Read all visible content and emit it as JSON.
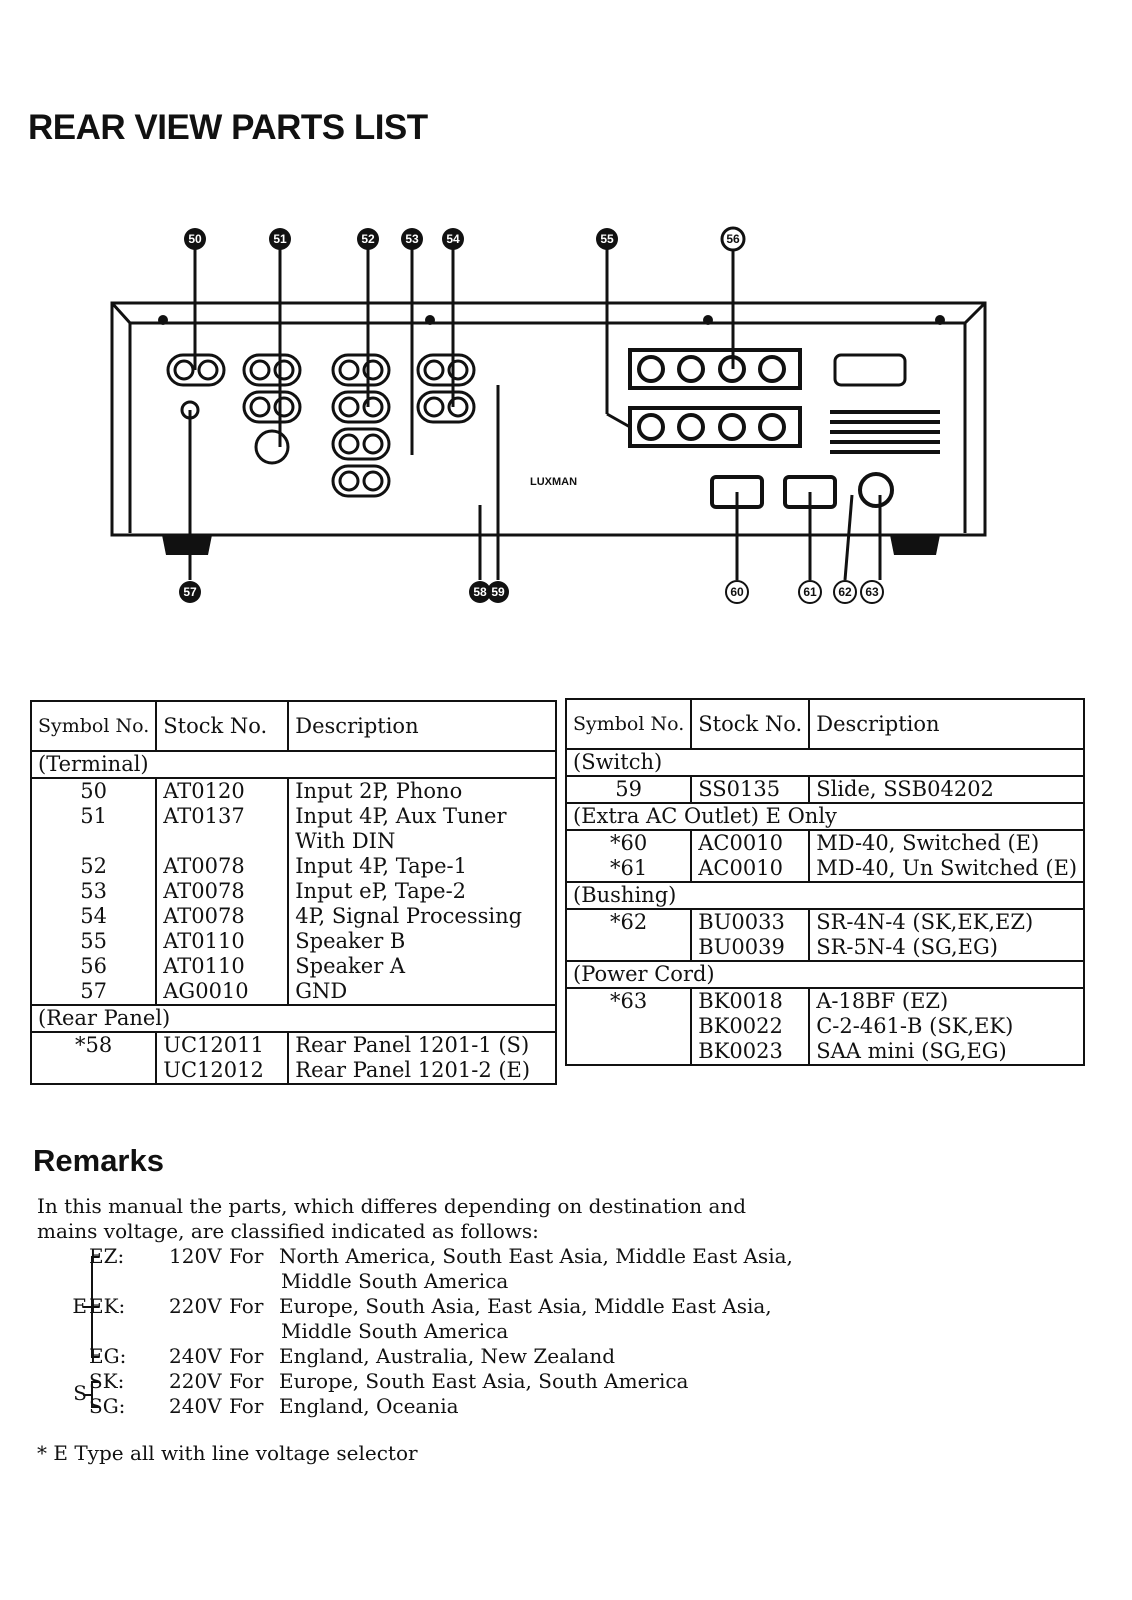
{
  "page": {
    "title": "REAR VIEW PARTS LIST"
  },
  "diagram": {
    "brand": "LUXMAN",
    "callouts_top": [
      "50",
      "51",
      "52",
      "53",
      "54",
      "55",
      "56"
    ],
    "callouts_bottom": [
      "57",
      "58",
      "59",
      "60",
      "61",
      "62",
      "63"
    ]
  },
  "table_left": {
    "headers": {
      "symbol": "Symbol No.",
      "stock": "Stock No.",
      "description": "Description"
    },
    "sections": [
      {
        "label": "(Terminal)",
        "rows": [
          {
            "symbol": "50",
            "stock": "AT0120",
            "description": "Input 2P, Phono"
          },
          {
            "symbol": "51",
            "stock": "AT0137",
            "description": "Input 4P, Aux Tuner"
          },
          {
            "symbol": "",
            "stock": "",
            "description": "With DIN"
          },
          {
            "symbol": "52",
            "stock": "AT0078",
            "description": "Input 4P, Tape-1"
          },
          {
            "symbol": "53",
            "stock": "AT0078",
            "description": "Input eP, Tape-2"
          },
          {
            "symbol": "54",
            "stock": "AT0078",
            "description": "4P, Signal Processing"
          },
          {
            "symbol": "55",
            "stock": "AT0110",
            "description": "Speaker B"
          },
          {
            "symbol": "56",
            "stock": "AT0110",
            "description": "Speaker A"
          },
          {
            "symbol": "57",
            "stock": "AG0010",
            "description": "GND"
          }
        ]
      },
      {
        "label": "(Rear Panel)",
        "rows": [
          {
            "symbol": "*58",
            "stock": "UC12011",
            "description": "Rear Panel 1201-1 (S)"
          },
          {
            "symbol": "",
            "stock": "UC12012",
            "description": "Rear Panel 1201-2 (E)"
          }
        ]
      }
    ]
  },
  "table_right": {
    "headers": {
      "symbol": "Symbol No.",
      "stock": "Stock No.",
      "description": "Description"
    },
    "sections": [
      {
        "label": "(Switch)",
        "rows": [
          {
            "symbol": "59",
            "stock": "SS0135",
            "description": "Slide, SSB04202"
          }
        ]
      },
      {
        "label": "(Extra AC Outlet) E Only",
        "rows": [
          {
            "symbol": "*60",
            "stock": "AC0010",
            "description": "MD-40, Switched (E)"
          },
          {
            "symbol": "*61",
            "stock": "AC0010",
            "description": "MD-40, Un Switched (E)"
          }
        ]
      },
      {
        "label": "(Bushing)",
        "rows": [
          {
            "symbol": "*62",
            "stock": "BU0033",
            "description": "SR-4N-4 (SK,EK,EZ)"
          },
          {
            "symbol": "",
            "stock": "BU0039",
            "description": "SR-5N-4 (SG,EG)"
          }
        ]
      },
      {
        "label": "(Power Cord)",
        "rows": [
          {
            "symbol": "*63",
            "stock": "BK0018",
            "description": "A-18BF (EZ)"
          },
          {
            "symbol": "",
            "stock": "BK0022",
            "description": "C-2-461-B (SK,EK)"
          },
          {
            "symbol": "",
            "stock": "BK0023",
            "description": "SAA mini (SG,EG)"
          }
        ]
      }
    ]
  },
  "remarks": {
    "title": "Remarks",
    "intro_line1": "In this manual the parts, which differes depending on destination and",
    "intro_line2": "mains voltage, are classified indicated as follows:",
    "group_e": "E",
    "group_s": "S",
    "codes": [
      {
        "code": "EZ:",
        "voltage": "120V",
        "for": "For",
        "regions": "North America, South East Asia, Middle East Asia,",
        "cont": "Middle South America"
      },
      {
        "code": "EK:",
        "voltage": "220V",
        "for": "For",
        "regions": "Europe, South Asia, East Asia, Middle East Asia,",
        "cont": "Middle South America"
      },
      {
        "code": "EG:",
        "voltage": "240V",
        "for": "For",
        "regions": "England, Australia, New Zealand",
        "cont": ""
      },
      {
        "code": "SK:",
        "voltage": "220V",
        "for": "For",
        "regions": "Europe, South East Asia, South America",
        "cont": ""
      },
      {
        "code": "SG:",
        "voltage": "240V",
        "for": "For",
        "regions": "England, Oceania",
        "cont": ""
      }
    ],
    "footnote": "* E Type all with line voltage selector"
  }
}
